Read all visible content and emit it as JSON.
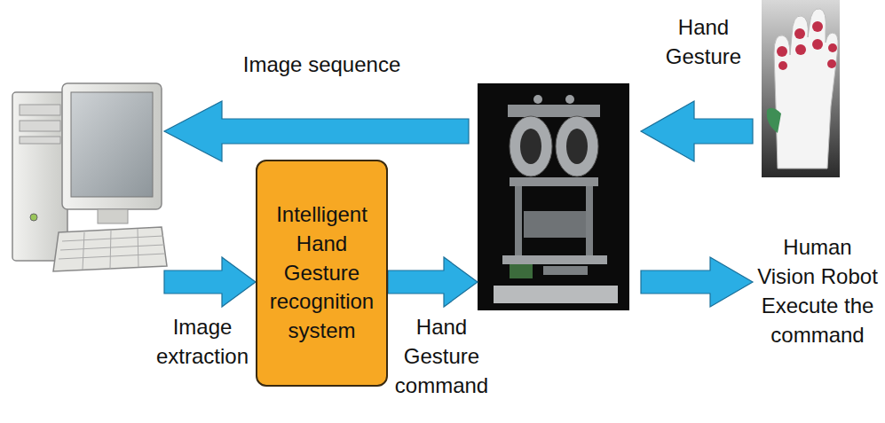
{
  "diagram": {
    "nodes": [
      {
        "text": [
          "Intelligent Hand Gesture recognition system"
        ]
      }
    ],
    "labels": [
      "Image sequence",
      "Hand Gesture",
      "Image extraction",
      "Hand Gesture command",
      "Human Vision Robot Execute the command"
    ]
  }
}
